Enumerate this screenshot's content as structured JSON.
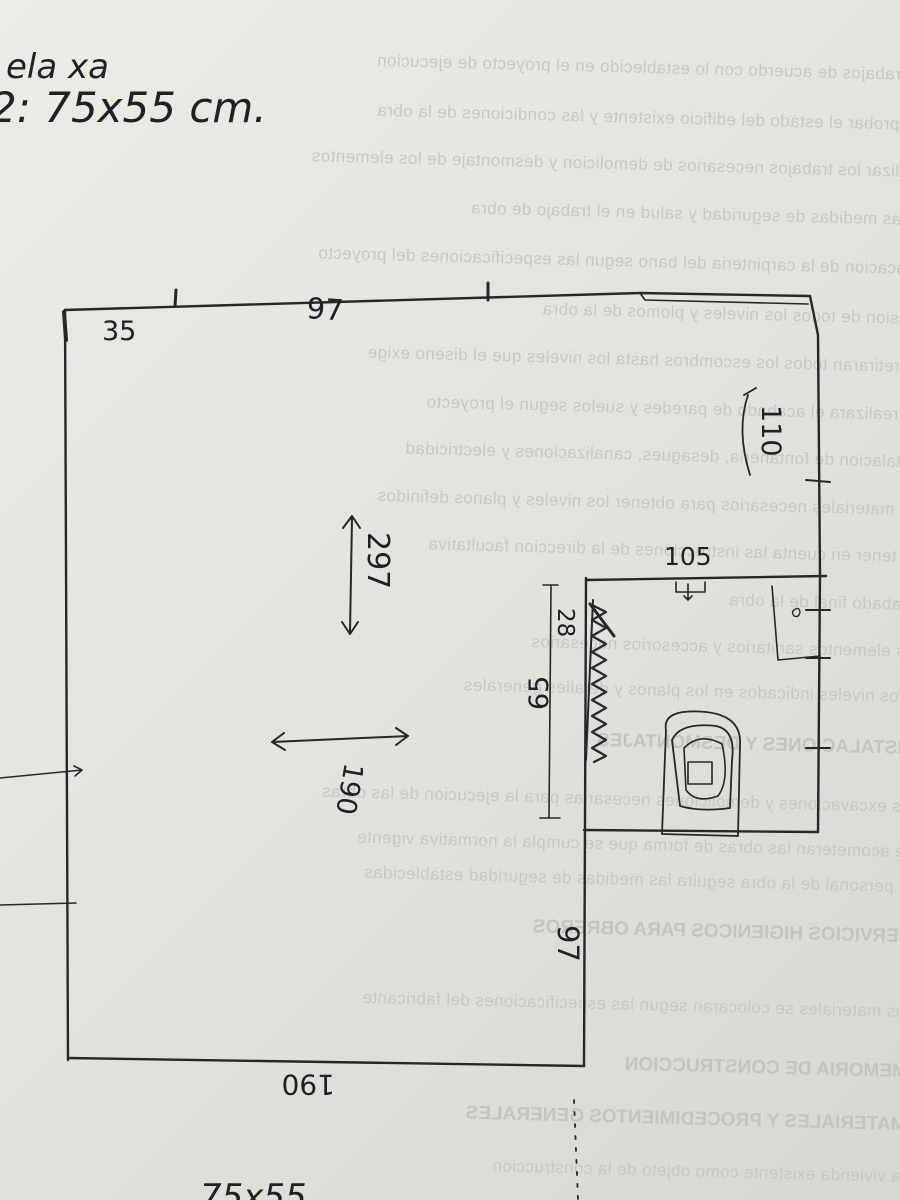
{
  "header_note": {
    "line1": "ela xa",
    "line2": "2: 75x55 cm."
  },
  "footer_note": "75x55",
  "dimensions": {
    "top_left_segment": "35",
    "top_middle_segment": "97",
    "right_wall_upper": "110",
    "bathroom_width": "105",
    "bathroom_small_offset": "28",
    "bathroom_partition": "65",
    "lower_right_wall": "97",
    "bottom_wall": "190",
    "room_depth": "297",
    "room_width_arrow": "190"
  },
  "background_bleed": {
    "lines": [
      "los trabajos de acuerdo con lo establecido en el proyecto de ejecucion",
      "comprobar el estado del edificio existente y las condiciones de la obra",
      "Realizar los trabajos necesarios de demolicion y desmontaje de los elementos",
      "de las medidas de seguridad y salud en el trabajo de obra",
      "colocacion de la carpinteria del bano segun las especificaciones del proyecto",
      "revision de todos los niveles y plomos de la obra",
      "Se retiraran todos los escombros hasta los niveles que el diseno exige",
      "Se realizara el acabado de paredes y suelos segun el proyecto",
      "instalacion de fontaneria, desagues, canalizaciones y electricidad",
      "los materiales necesarios para obtener los niveles y planos definidos",
      "de tener en cuenta las instrucciones de la direccion facultativa",
      "acabado final de la obra",
      "los elementos sanitarios y accesorios necesarios",
      "a los niveles indicados en los planos y detalles generales",
      "las excavaciones y demoliciones necesarias para la ejecucion de las obras",
      "se acometeran las obras de forma que se cumpla la normativa vigente",
      "el personal de la obra seguira las medidas de seguridad establecidas",
      "los materiales se colocaran segun las especificaciones del fabricante",
      "la vivienda existente como objeto de la construccion"
    ],
    "headings": [
      "INSTALACIONES Y DESMONTAJES",
      "SERVICIOS HIGIENICOS PARA OBREROS",
      "MEMORIA DE CONSTRUCCION",
      "MATERIALES Y PROCEDIMIENTOS GENERALES"
    ]
  }
}
